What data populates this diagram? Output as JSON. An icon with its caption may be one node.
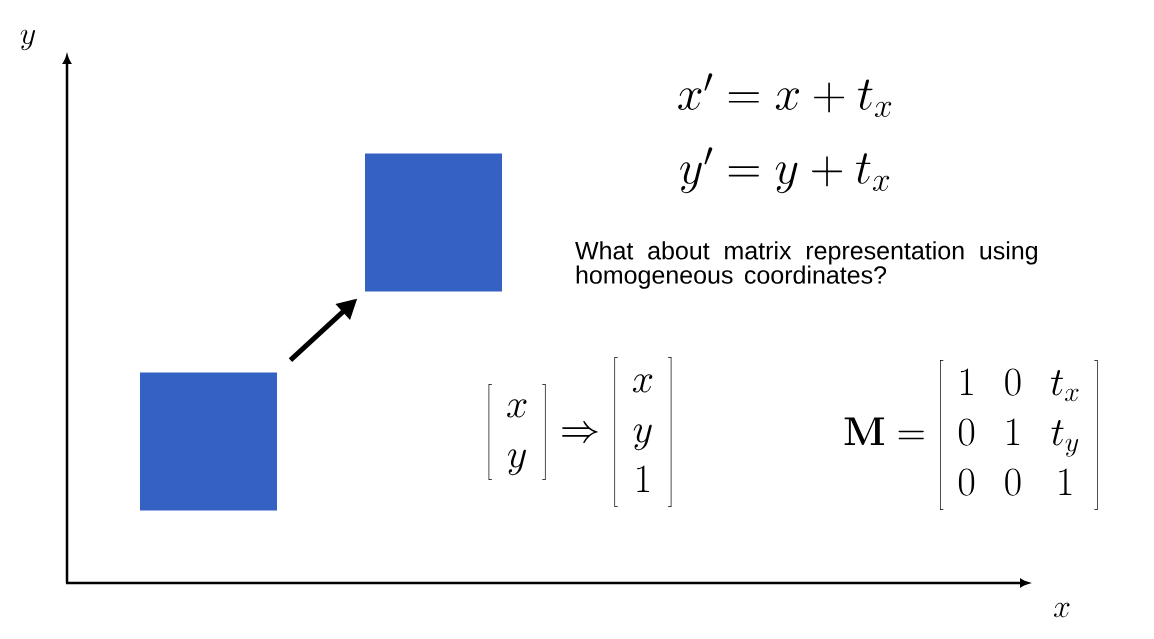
{
  "diagram": {
    "nodes": [
      {
        "text": [],
        "shape": "box"
      },
      {
        "text": [],
        "shape": "box"
      }
    ],
    "edges": [
      {
        "from": 0,
        "to": 1,
        "arrow": "to"
      }
    ],
    "labels": [
      "y",
      "x",
      "x' = x + t_x",
      "y' = y + t_x",
      "What about matrix representation using homogeneous coordinates?",
      "\\left[\\begin{array}{c} x \\\\ y \\end{array}\\right] \\Rightarrow \\left[\\begin{array}{c} x \\\\ y \\\\ 1 \\end{array}\\right]",
      "\\mathbf{M} = \\left[\\begin{array}{ccc} 1 & 0 & t_x \\\\ 0 & 1 & t_y \\\\ 0 & 0 & 1 \\end{array}\\right]"
    ]
  }
}
